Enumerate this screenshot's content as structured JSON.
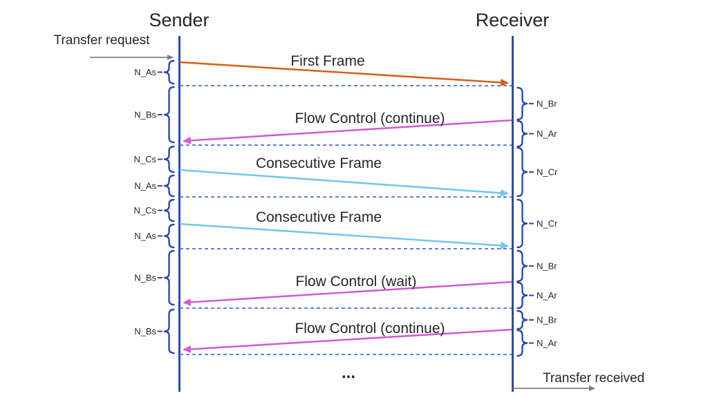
{
  "diagram": {
    "title_sender": "Sender",
    "title_receiver": "Receiver",
    "transfer_request_label": "Transfer request",
    "transfer_received_label": "Transfer received",
    "ellipsis": "...",
    "messages": [
      {
        "label": "First Frame",
        "direction": "sender_to_receiver",
        "kind": "first_frame"
      },
      {
        "label": "Flow Control (continue)",
        "direction": "receiver_to_sender",
        "kind": "flow_control"
      },
      {
        "label": "Consecutive Frame",
        "direction": "sender_to_receiver",
        "kind": "consecutive_frame"
      },
      {
        "label": "Consecutive Frame",
        "direction": "sender_to_receiver",
        "kind": "consecutive_frame"
      },
      {
        "label": "Flow Control (wait)",
        "direction": "receiver_to_sender",
        "kind": "flow_control"
      },
      {
        "label": "Flow Control (continue)",
        "direction": "receiver_to_sender",
        "kind": "flow_control"
      }
    ],
    "sender_timings": [
      {
        "label": "N_As"
      },
      {
        "label": "N_Bs"
      },
      {
        "label": "N_Cs"
      },
      {
        "label": "N_As"
      },
      {
        "label": "N_Cs"
      },
      {
        "label": "N_As"
      },
      {
        "label": "N_Bs"
      },
      {
        "label": "N_Bs"
      }
    ],
    "receiver_timings": [
      {
        "label": "N_Br"
      },
      {
        "label": "N_Ar"
      },
      {
        "label": "N_Cr"
      },
      {
        "label": "N_Cr"
      },
      {
        "label": "N_Br"
      },
      {
        "label": "N_Ar"
      },
      {
        "label": "N_Br"
      },
      {
        "label": "N_Ar"
      }
    ],
    "colors": {
      "lifeline": "#2A4AA5",
      "dashed": "#4472C4",
      "first_frame": "#D4611C",
      "flow_control": "#CF5ED0",
      "consecutive_frame": "#74C6EE",
      "gray_arrow": "#7F7F7F",
      "text": "#262626"
    }
  }
}
